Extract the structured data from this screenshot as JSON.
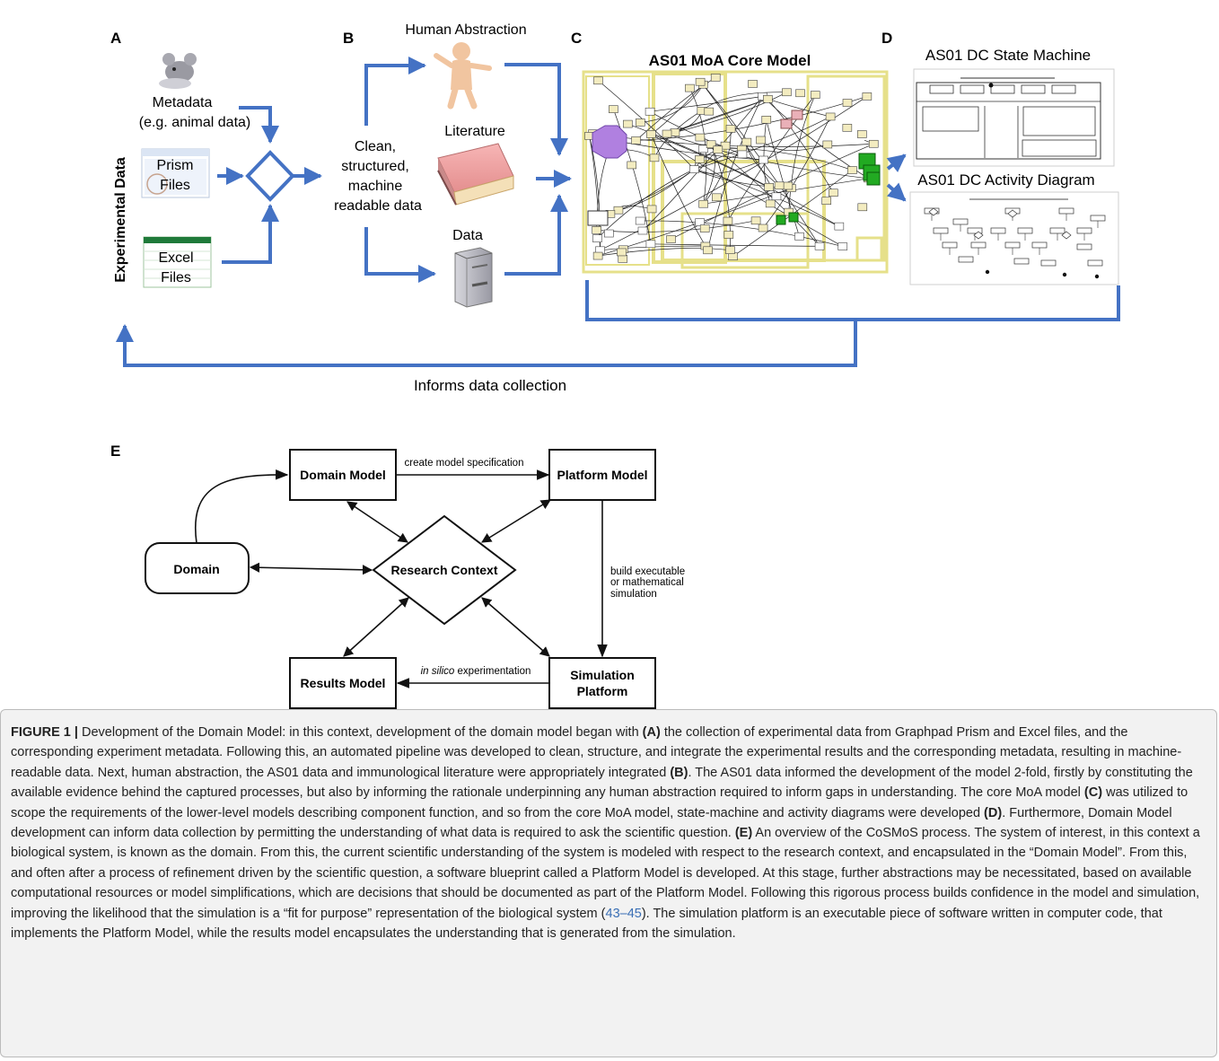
{
  "panels": {
    "a": {
      "letter": "A",
      "metadata_line1": "Metadata",
      "metadata_line2": "(e.g. animal data)",
      "side_label": "Experimental Data",
      "prism_line1": "Prism",
      "prism_line2": "Files",
      "excel_line1": "Excel",
      "excel_line2": "Files"
    },
    "b": {
      "letter": "B",
      "human": "Human Abstraction",
      "literature": "Literature",
      "data": "Data",
      "clean_lines": [
        "Clean,",
        "structured,",
        "machine",
        "readable data"
      ]
    },
    "c": {
      "letter": "C",
      "title": "AS01 MoA Core Model"
    },
    "d": {
      "letter": "D",
      "state_machine": "AS01 DC State Machine",
      "activity": "AS01 DC Activity Diagram"
    },
    "feedback": "Informs data collection"
  },
  "panel_e": {
    "letter": "E",
    "domain_model": "Domain Model",
    "platform_model": "Platform Model",
    "domain": "Domain",
    "research_context": "Research Context",
    "results_model": "Results Model",
    "simulation_line1": "Simulation",
    "simulation_line2": "Platform",
    "create_spec": "create model specification",
    "build_line1": "build executable",
    "build_line2": "or mathematical",
    "build_line3": "simulation",
    "in_silico_italic": "in silico",
    "in_silico_rest": " experimentation"
  },
  "caption": {
    "label": "FIGURE 1 |",
    "s1": " Development of the Domain Model: in this context, development of the domain model began with ",
    "ref_a": "(A)",
    "s2": " the collection of experimental data from Graphpad Prism and Excel files, and the corresponding experiment metadata. Following this, an automated pipeline was developed to clean, structure, and integrate the experimental results and the corresponding metadata, resulting in machine-readable data. Next, human abstraction, the AS01 data and immunological literature were appropriately integrated ",
    "ref_b": "(B)",
    "s3": ". The AS01 data informed the development of the model 2-fold, firstly by constituting the available evidence behind the captured processes, but also by informing the rationale underpinning any human abstraction required to inform gaps in understanding. The core MoA model ",
    "ref_c": "(C)",
    "s4": " was utilized to scope the requirements of the lower-level models describing component function, and so from the core MoA model, state-machine and activity diagrams were developed ",
    "ref_d": "(D)",
    "s5": ". Furthermore, Domain Model development can inform data collection by permitting the understanding of what data is required to ask the scientific question. ",
    "ref_e": "(E)",
    "s6": " An overview of the CoSMoS process. The system of interest, in this context a biological system, is known as the domain. From this, the current scientific understanding of the system is modeled with respect to the research context, and encapsulated in the “Domain Model”. From this, and often after a process of refinement driven by the scientific question, a software blueprint called a Platform Model is developed. At this stage, further abstractions may be necessitated, based on available computational resources or model simplifications, which are decisions that should be documented as part of the Platform Model. Following this rigorous process builds confidence in the model and simulation, improving the likelihood that the simulation is a “fit for purpose” representation of the biological system (",
    "cite": "43–45",
    "s7": "). The simulation platform is an executable piece of software written in computer code, that implements the Platform Model, while the results model encapsulates the understanding that is generated from the simulation."
  },
  "colors": {
    "arrow_blue": "#4472c4",
    "model_yellow": "#e6e08a",
    "green_node": "#22aa22",
    "purple_node": "#b080e0"
  }
}
